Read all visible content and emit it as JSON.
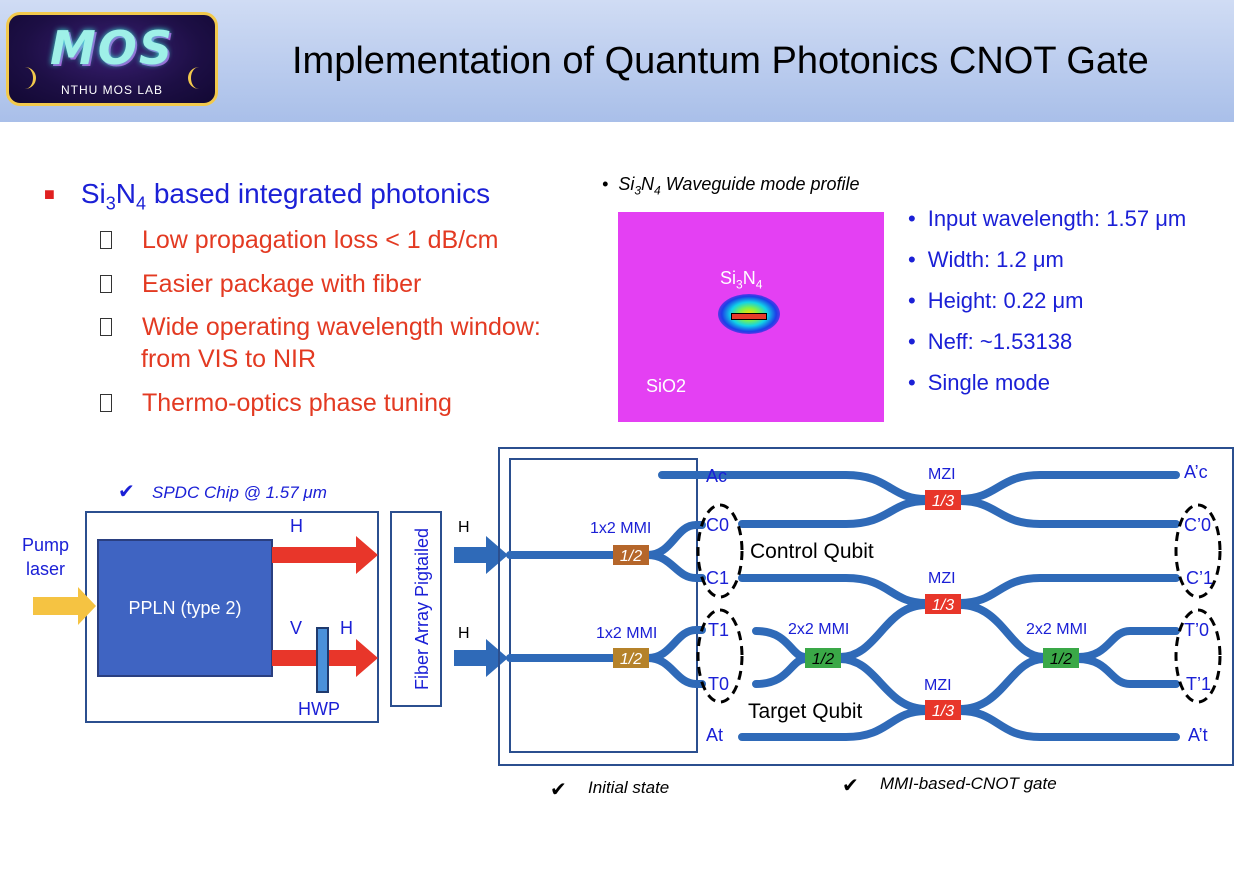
{
  "header": {
    "logo_text": "MOS",
    "logo_subtitle": "NTHU MOS LAB",
    "title": "Implementation of Quantum Photonics CNOT Gate"
  },
  "bullets": {
    "main": {
      "pre": "Si",
      "sub1": "3",
      "mid": "N",
      "sub2": "4",
      "post": " based integrated photonics"
    },
    "items": [
      "Low propagation loss < 1 dB/cm",
      "Easier package with fiber",
      "Wide operating wavelength window:",
      "from VIS to  NIR",
      "Thermo-optics phase tuning"
    ]
  },
  "mode_profile": {
    "title_pre": "Si",
    "title_sub1": "3",
    "title_mid": "N",
    "title_sub2": "4",
    "title_post": " Waveguide mode profile",
    "core_label_pre": "Si",
    "core_label_sub1": "3",
    "core_label_mid": "N",
    "core_label_sub2": "4",
    "clad_label": "SiO2"
  },
  "specs": [
    "Input wavelength: 1.57 μm",
    "Width: 1.2 μm",
    "Height: 0.22 μm",
    "Neff: ~1.53138",
    "Single mode"
  ],
  "diagram": {
    "spdc_caption": "SPDC Chip @ 1.57 μm",
    "pump_label": "Pump\nlaser",
    "ppln_label": "PPLN (type 2)",
    "h_label": "H",
    "v_label": "V",
    "hwp_label": "HWP",
    "fiber_label": "Fiber Array Pigtailed",
    "mmi_1x2": "1x2 MMI",
    "mmi_2x2": "2x2 MMI",
    "mzi": "MZI",
    "half": "1/2",
    "third": "1/3",
    "ports_left": [
      "Ac",
      "C0",
      "C1",
      "T1",
      "T0",
      "At"
    ],
    "ports_right": [
      "A’c",
      "C’0",
      "C’1",
      "T’0",
      "T’1",
      "A’t"
    ],
    "control_qubit": "Control Qubit",
    "target_qubit": "Target Qubit",
    "initial_state": "Initial state",
    "cnot_caption": "MMI-based-CNOT gate"
  },
  "colors": {
    "title_blue": "#1b20d6",
    "accent_red": "#e33a22",
    "waveguide": "#2f6ab8",
    "ppln": "#3f64c2",
    "mmi_12": "#b5662a",
    "mmi_22": "#3aa847",
    "mzi_13": "#e8362a",
    "pump_arrow": "#f5c342",
    "mode_bg": "#e440f3"
  }
}
